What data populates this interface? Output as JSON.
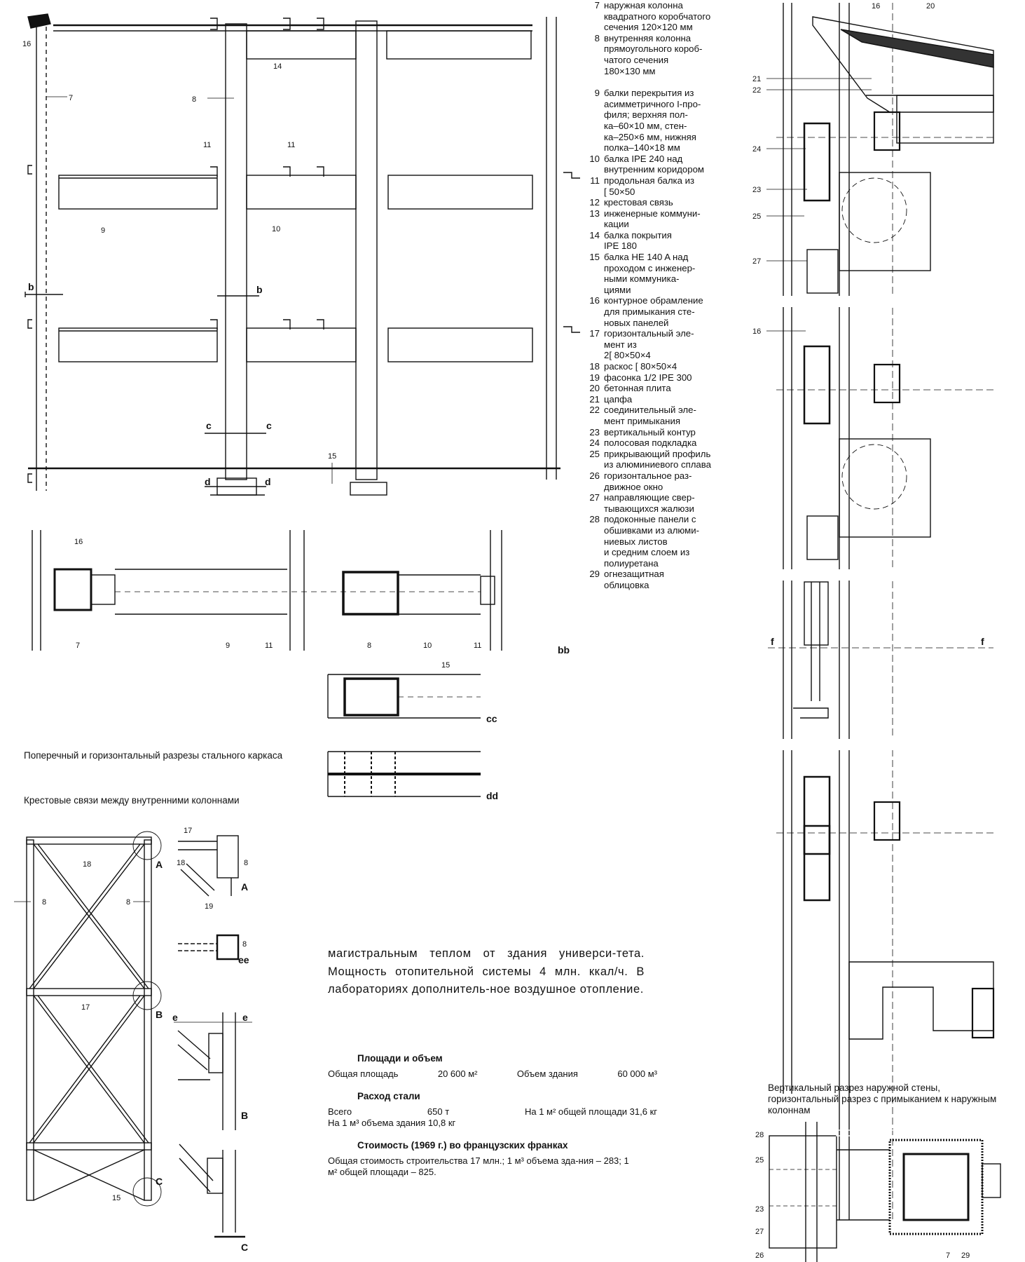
{
  "legend": [
    {
      "num": "7",
      "text": "наружная колонна\nквадратного коробчатого\nсечения 120×120 мм"
    },
    {
      "num": "8",
      "text": "внутренняя колонна\nпрямоугольного короб-\nчатого сечения\n180×130 мм",
      "gap": true
    },
    {
      "num": "9",
      "text": "балки перекрытия из\nасимметричного I-про-\nфиля; верхняя пол-\nка–60×10 мм, стен-\nка–250×6 мм, нижняя\nполка–140×18 мм"
    },
    {
      "num": "10",
      "text": "балка IPE 240 над\nвнутренним коридором"
    },
    {
      "num": "11",
      "text": "продольная балка из\n[ 50×50"
    },
    {
      "num": "12",
      "text": "крестовая связь"
    },
    {
      "num": "13",
      "text": "инженерные коммуни-\nкации"
    },
    {
      "num": "14",
      "text": "балка покрытия\nIPE 180"
    },
    {
      "num": "15",
      "text": "балка HE 140 A над\nпроходом с инженер-\nными коммуника-\nциями"
    },
    {
      "num": "16",
      "text": "контурное обрамление\nдля примыкания сте-\nновых панелей"
    },
    {
      "num": "17",
      "text": "горизонтальный эле-\nмент из\n2[ 80×50×4"
    },
    {
      "num": "18",
      "text": "раскос [ 80×50×4"
    },
    {
      "num": "19",
      "text": "фасонка 1/2 IPE 300"
    },
    {
      "num": "20",
      "text": "бетонная плита"
    },
    {
      "num": "21",
      "text": "цапфа"
    },
    {
      "num": "22",
      "text": "соединительный эле-\nмент примыкания"
    },
    {
      "num": "23",
      "text": "вертикальный контур"
    },
    {
      "num": "24",
      "text": "полосовая подкладка"
    },
    {
      "num": "25",
      "text": "прикрывающий профиль\nиз алюминиевого сплава"
    },
    {
      "num": "26",
      "text": "горизонтальное раз-\nдвижное окно"
    },
    {
      "num": "27",
      "text": "направляющие свер-\nтывающихся жалюзи"
    },
    {
      "num": "28",
      "text": "подоконные панели с\nобшивками из алюми-\nниевых листов\nи средним слоем из\nполиуретана"
    },
    {
      "num": "29",
      "text": "огнезащитная\nоблицовка"
    }
  ],
  "captions": {
    "steel_frame": "Поперечный и горизонтальный разрезы стального каркаса",
    "bracing": "Крестовые связи между внутренними колоннами",
    "wall_section": "Вертикальный разрез наружной стены, горизонтальный разрез с примыканием к наружным колоннам"
  },
  "body_text": "магистральным теплом от здания универси-тета. Мощность отопительной системы 4 млн. ккал/ч. В лабораториях дополнитель-ное воздушное отопление.",
  "stats": {
    "area_title": "Площади и объем",
    "total_area_label": "Общая площадь",
    "total_area_value": "20 600 м²",
    "volume_label": "Объем здания",
    "volume_value": "60 000 м³",
    "steel_title": "Расход стали",
    "steel_total_label": "Всего",
    "steel_total_value": "650 т",
    "steel_per_area": "На 1 м² общей площади 31,6 кг",
    "steel_per_volume": "На 1 м³ объема здания 10,8 кг",
    "cost_title": "Стоимость (1969 г.) во французских франках",
    "cost_text": "Общая стоимость строительства 17 млн.; 1 м³ объема зда-ния – 283; 1 м² общей площади – 825."
  },
  "drawing_labels": {
    "n16": "16",
    "n7": "7",
    "n8": "8",
    "n14": "14",
    "n11": "11",
    "n9": "9",
    "n10": "10",
    "n15": "15",
    "n17": "17",
    "n18": "18",
    "n19": "19",
    "n20": "20",
    "n21": "21",
    "n22": "22",
    "n23": "23",
    "n24": "24",
    "n25": "25",
    "n26": "26",
    "n27": "27",
    "n28": "28",
    "n29": "29",
    "b": "b",
    "c": "c",
    "d": "d",
    "e": "e",
    "f": "f",
    "bb": "bb",
    "cc": "cc",
    "dd": "dd",
    "ee": "ee",
    "A": "A",
    "B": "B",
    "C": "C"
  }
}
